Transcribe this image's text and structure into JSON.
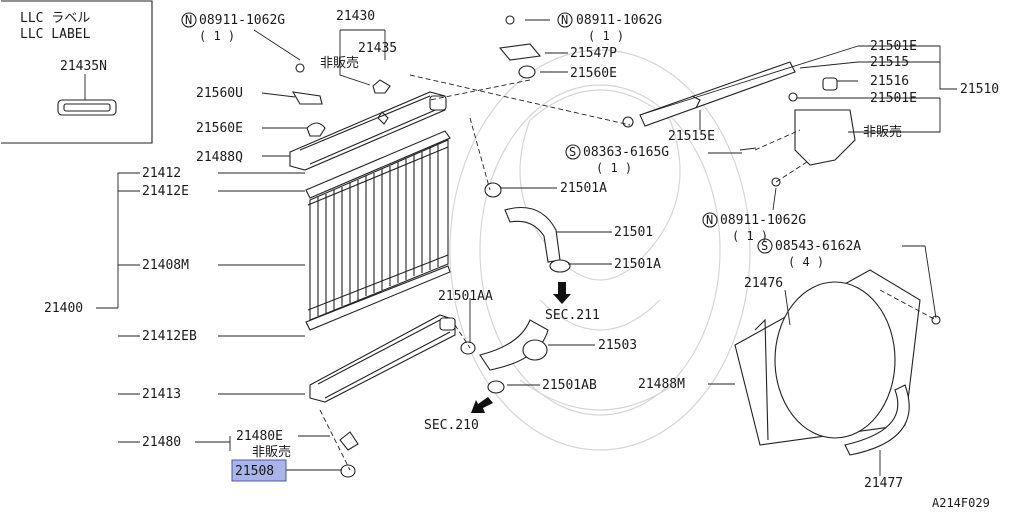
{
  "diagram": {
    "label_box": {
      "title_jp": "LLC ラベル",
      "title_en": "LLC LABEL",
      "part": "21435N"
    },
    "parts": {
      "p21430": "21430",
      "p21435": "21435",
      "p_nonsale_top": "非販売",
      "p08911_top": "08911-1062G",
      "p08911_top_qty": "( 1 )",
      "p08911_mid": "08911-1062G",
      "p08911_mid_qty": "( 1 )",
      "p21547P": "21547P",
      "p21560E_r": "21560E",
      "p21560U": "21560U",
      "p21560E_l": "21560E",
      "p21488Q": "21488Q",
      "p21412": "21412",
      "p21412E": "21412E",
      "p21408M": "21408M",
      "p21400": "21400",
      "p21412EB": "21412EB",
      "p21413": "21413",
      "p21480": "21480",
      "p21480E": "21480E",
      "p_nonsale_bottom": "非販売",
      "p21508": "21508",
      "p21501E_top": "21501E",
      "p21515": "21515",
      "p21516": "21516",
      "p21501E_mid": "21501E",
      "p21510": "21510",
      "p_nonsale_tank": "非販売",
      "p21515E": "21515E",
      "p08363": "08363-6165G",
      "p08363_qty": "( 1 )",
      "p21501A_top": "21501A",
      "p21501": "21501",
      "p21501A_bot": "21501A",
      "p08911_tank": "08911-1062G",
      "p08911_tank_qty": "( 1 )",
      "p08543": "08543-6162A",
      "p08543_qty": "( 4 )",
      "p21501AA": "21501AA",
      "p21503": "21503",
      "p21501AB": "21501AB",
      "p21476": "21476",
      "p21488M": "21488M",
      "p21477": "21477",
      "sec211": "SEC.211",
      "sec210": "SEC.210"
    },
    "symbols": {
      "nut": "N",
      "screw": "S"
    },
    "ref_code": "A214F029",
    "colors": {
      "line": "#222222",
      "highlight": "#a9b4e8",
      "highlight_border": "#4a58b8",
      "watermark": "#d6d6d6"
    }
  }
}
